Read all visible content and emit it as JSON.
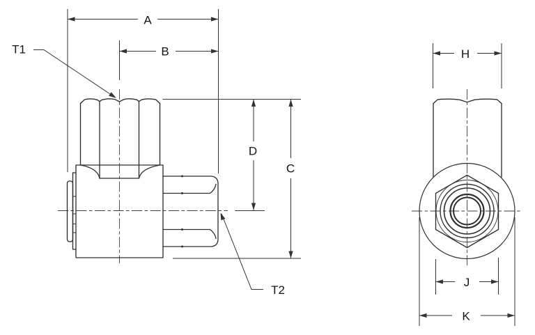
{
  "labels": {
    "a": "A",
    "b": "B",
    "c": "C",
    "d": "D",
    "h": "H",
    "j": "J",
    "k": "K",
    "t1": "T1",
    "t2": "T2"
  },
  "colors": {
    "background": "#ffffff",
    "outline": "#2e2e2e",
    "dimension": "#333333",
    "centerline": "#3e3e3e",
    "text": "#141414"
  }
}
